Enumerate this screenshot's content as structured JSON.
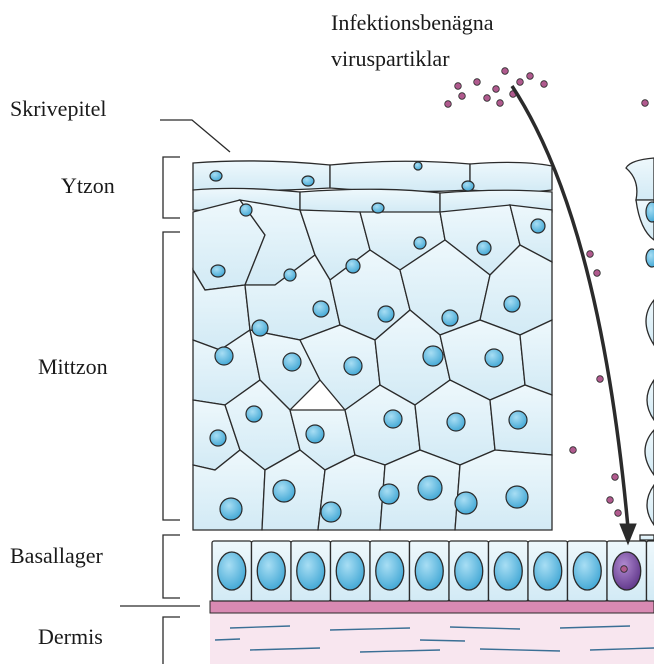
{
  "diagram": {
    "labels": {
      "virus_title_line1": "Infektionsbenägna",
      "virus_title_line2": "viruspartiklar",
      "epithelium": "Skrivepitel",
      "surface_zone": "Ytzon",
      "middle_zone": "Mittzon",
      "basal_layer": "Basallager",
      "dermis": "Dermis"
    },
    "colors": {
      "cell_fill": "#dff0f8",
      "cell_stroke": "#2b2b2b",
      "nucleus_fill": "#5bb8e0",
      "nucleus_highlight": "#9ad6f0",
      "basement_membrane": "#d98ab3",
      "dermis_fill": "#f8e6ef",
      "virus_particle": "#b05a8e",
      "infected_nucleus": "#7a4fa0"
    }
  }
}
